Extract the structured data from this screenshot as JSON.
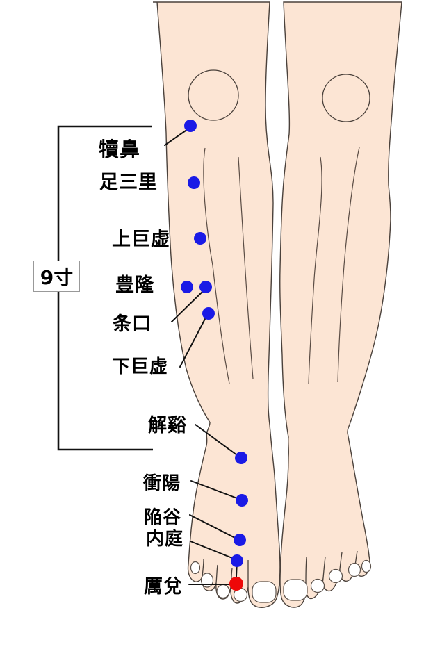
{
  "diagram": {
    "subject": "stomach-meridian-lower-leg-acupoints",
    "measurement": {
      "label": "9寸"
    },
    "points": [
      {
        "label": "犢鼻",
        "marker": "blue"
      },
      {
        "label": "足三里",
        "marker": "blue"
      },
      {
        "label": "上巨虚",
        "marker": "blue"
      },
      {
        "label": "豊隆",
        "marker": "blue"
      },
      {
        "label": "条口",
        "marker": "blue"
      },
      {
        "label": "下巨虚",
        "marker": "blue"
      },
      {
        "label": "解谿",
        "marker": "blue"
      },
      {
        "label": "衝陽",
        "marker": "blue"
      },
      {
        "label": "陥谷",
        "marker": "blue"
      },
      {
        "label": "内庭",
        "marker": "blue"
      },
      {
        "label": "厲兌",
        "marker": "red"
      }
    ],
    "colors": {
      "background": "#ffffff",
      "skin": "#fce5d4",
      "body_outline": "#4a413b",
      "marker_blue": "#1a1ae6",
      "marker_red": "#ee0808",
      "annotation_line": "#111111",
      "toenail": "#ffffff",
      "measurement_box_border": "#999999",
      "text": "#000000"
    }
  }
}
